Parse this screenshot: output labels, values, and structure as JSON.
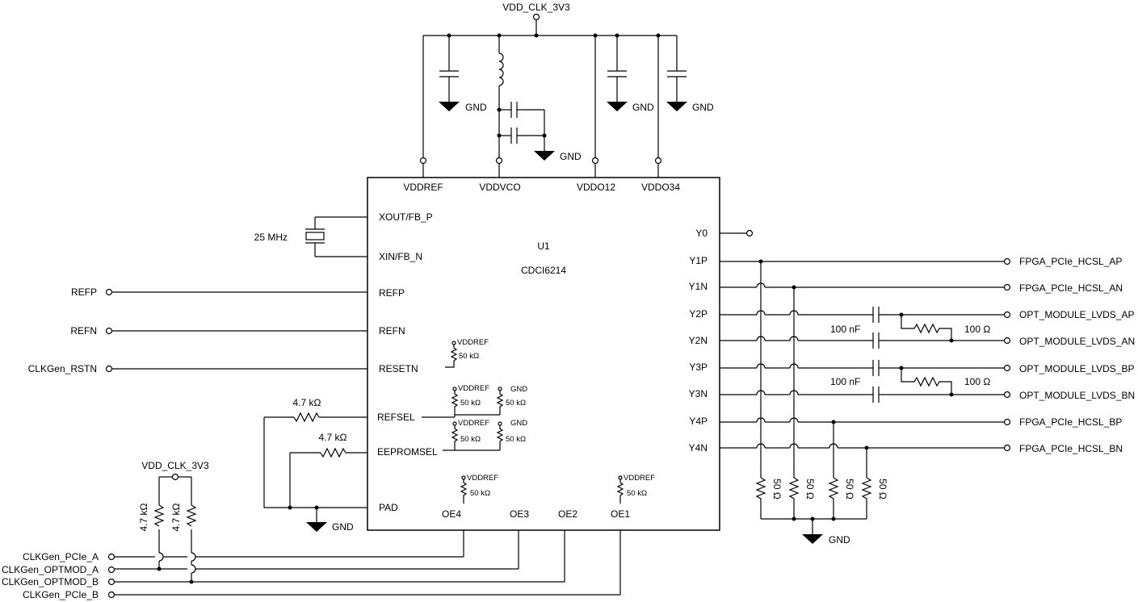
{
  "power": {
    "top_rail": "VDD_CLK_3V3",
    "pullup_rail": "VDD_CLK_3V3"
  },
  "ground_label": "GND",
  "chip": {
    "ref": "U1",
    "part": "CDCI6214",
    "pins": {
      "vddref": "VDDREF",
      "vddvco": "VDDVCO",
      "vddo12": "VDDO12",
      "vddo34": "VDDO34",
      "xout": "XOUT/FB_P",
      "xin": "XIN/FB_N",
      "refp": "REFP",
      "refn": "REFN",
      "resetn": "RESETN",
      "refsel": "REFSEL",
      "eepromsel": "EEPROMSEL",
      "pad": "PAD",
      "oe4": "OE4",
      "oe3": "OE3",
      "oe2": "OE2",
      "oe1": "OE1",
      "y0": "Y0",
      "y1p": "Y1P",
      "y1n": "Y1N",
      "y2p": "Y2P",
      "y2n": "Y2N",
      "y3p": "Y3P",
      "y3n": "Y3N",
      "y4p": "Y4P",
      "y4n": "Y4N"
    }
  },
  "crystal": {
    "freq": "25 MHz"
  },
  "internal": {
    "vddref": "VDDREF",
    "gnd": "GND",
    "r50k": "50 kΩ"
  },
  "components": {
    "r_4k7": "4.7 kΩ",
    "c_100n": "100 nF",
    "r_100": "100 Ω",
    "r_50": "50 Ω"
  },
  "nets": {
    "refp": "REFP",
    "refn": "REFN",
    "rstn": "CLKGen_RSTN",
    "pcie_a": "CLKGen_PCIe_A",
    "optmod_a": "CLKGen_OPTMOD_A",
    "optmod_b": "CLKGen_OPTMOD_B",
    "pcie_b": "CLKGen_PCIe_B",
    "hcsl_ap": "FPGA_PCIe_HCSL_AP",
    "hcsl_an": "FPGA_PCIe_HCSL_AN",
    "lvds_ap": "OPT_MODULE_LVDS_AP",
    "lvds_an": "OPT_MODULE_LVDS_AN",
    "lvds_bp": "OPT_MODULE_LVDS_BP",
    "lvds_bn": "OPT_MODULE_LVDS_BN",
    "hcsl_bp": "FPGA_PCIe_HCSL_BP",
    "hcsl_bn": "FPGA_PCIe_HCSL_BN"
  }
}
